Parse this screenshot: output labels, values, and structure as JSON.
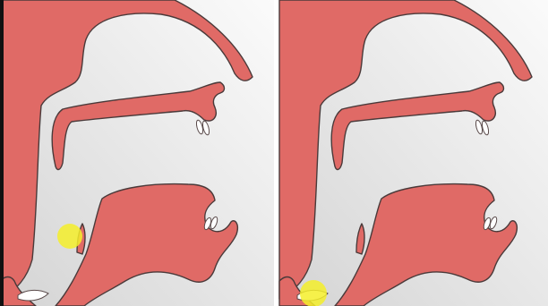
{
  "colors": {
    "tissue": "#e06a66",
    "background_light": "#f8f8f8",
    "background_dark": "#d6d6d6",
    "divider": "#ffffff",
    "left_edge": "#111111",
    "highlight": "#f5ef2a",
    "tooth": "#ffffff"
  },
  "panels": [
    {
      "id": "left",
      "highlight_location": "larynx-upper"
    },
    {
      "id": "right",
      "highlight_location": "larynx-lower"
    }
  ]
}
